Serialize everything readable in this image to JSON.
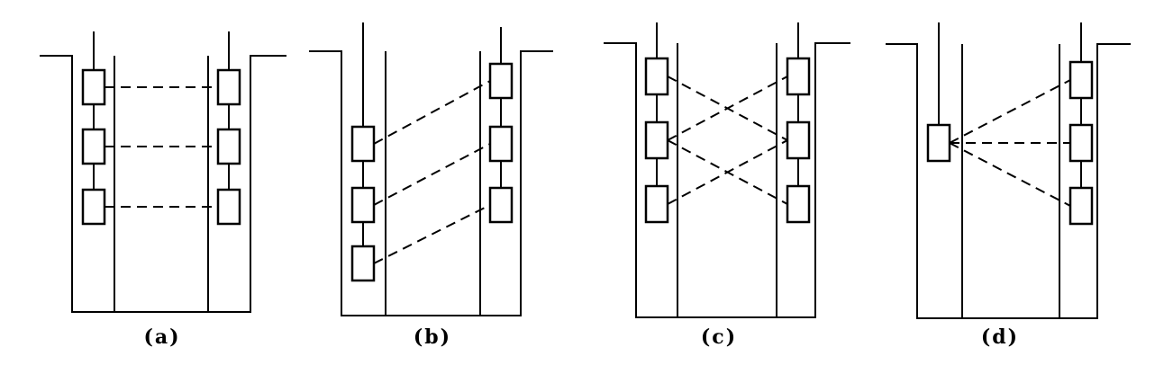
{
  "panels": [
    {
      "label": "(a)",
      "pattern": "horizontal-pairs",
      "left_probe_count": 3,
      "right_probe_count": 3,
      "connections": [
        [
          0,
          0
        ],
        [
          1,
          1
        ],
        [
          2,
          2
        ]
      ]
    },
    {
      "label": "(b)",
      "pattern": "offset-pairs",
      "left_probe_count": 3,
      "right_probe_count": 3,
      "connections": [
        [
          0,
          0
        ],
        [
          1,
          1
        ],
        [
          2,
          2
        ]
      ]
    },
    {
      "label": "(c)",
      "pattern": "crossed",
      "left_probe_count": 3,
      "right_probe_count": 3,
      "connections": [
        [
          0,
          1
        ],
        [
          1,
          0
        ],
        [
          1,
          2
        ],
        [
          2,
          1
        ]
      ]
    },
    {
      "label": "(d)",
      "pattern": "fan",
      "left_probe_count": 1,
      "right_probe_count": 3,
      "connections": [
        [
          0,
          0
        ],
        [
          0,
          1
        ],
        [
          0,
          2
        ]
      ]
    }
  ],
  "style": {
    "line_color": "#000000",
    "background": "#ffffff"
  }
}
